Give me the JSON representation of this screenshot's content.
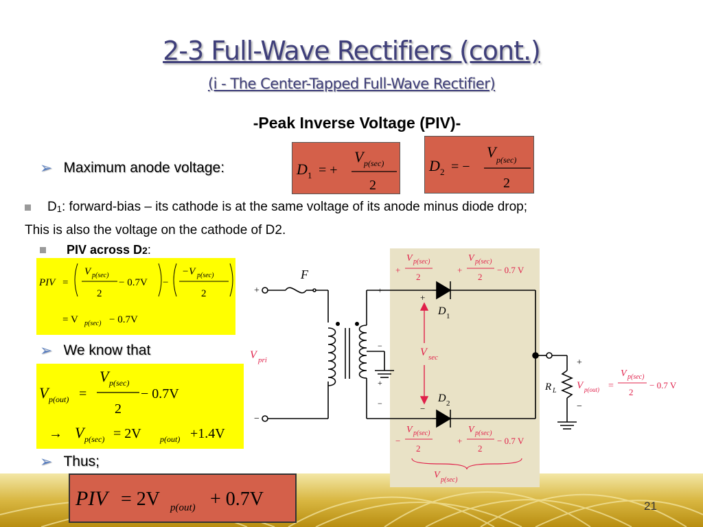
{
  "slide": {
    "title": "2-3 Full-Wave Rectifiers (cont.)",
    "subtitle": "(i - The Center-Tapped Full-Wave Rectifier)",
    "heading": "-Peak Inverse Voltage (PIV)-",
    "bullet_max_anode": "Maximum anode voltage:",
    "d1_text": ": forward-bias – its cathode is at the same voltage of its anode minus diode drop;",
    "d1_label": "D",
    "d1_sub": "1",
    "also_text": "This is also the voltage on the cathode of D2.",
    "piv_across": "PIV across D",
    "piv_across_sub": "2",
    "piv_across_colon": " :",
    "we_know": "We know that",
    "thus": "Thus;",
    "page_number": "21"
  },
  "formulas": {
    "d1_label": "D",
    "d1_sub": "1",
    "d1_sign": "= +",
    "d2_label": "D",
    "d2_sub": "2",
    "d2_sign": "= −",
    "v": "V",
    "p_sec": "p(sec)",
    "neg_v": "−V",
    "two": "2",
    "piv": "PIV",
    "eq": "=",
    "minus_07v": "− 0.7V",
    "line2": "= V",
    "line2_tail": "− 0.7V",
    "vout_lhs": "V",
    "p_out": "p(out)",
    "arrow_line_lhs": "→",
    "arrow_line_rhs": "= 2V",
    "plus_14v": "+1.4V",
    "final_lhs": "PIV",
    "final_rhs": "= 2V",
    "plus_07v": "+ 0.7V"
  },
  "circuit": {
    "fuse_label": "F",
    "vpri": "V",
    "vpri_sub": "pri",
    "vsec": "V",
    "vsec_sub": "sec",
    "d1": "D",
    "d1_sub": "1",
    "d2": "D",
    "d2_sub": "2",
    "rl": "R",
    "rl_sub": "L",
    "vpout": "V",
    "vpout_sub": "p(out)",
    "top_left_expr": "+",
    "top_right_tail": "− 0.7 V",
    "bottom_left_sign": "−",
    "bottom_right_sign": "+",
    "vp_sec_label": "V",
    "vp_sec_sub": "p(sec)",
    "frac_num": "V",
    "frac_num_sub": "p(sec)",
    "frac_den": "2",
    "plus": "+",
    "minus": "−",
    "out_eq": "=",
    "out_tail": "− 0.7 V"
  },
  "colors": {
    "title": "#3f3f7a",
    "red_box": "#d4604a",
    "yellow_box": "#ffff00",
    "circuit_bg": "#e9e2c6",
    "circuit_red": "#e0204a",
    "band": "#c8a21e"
  }
}
